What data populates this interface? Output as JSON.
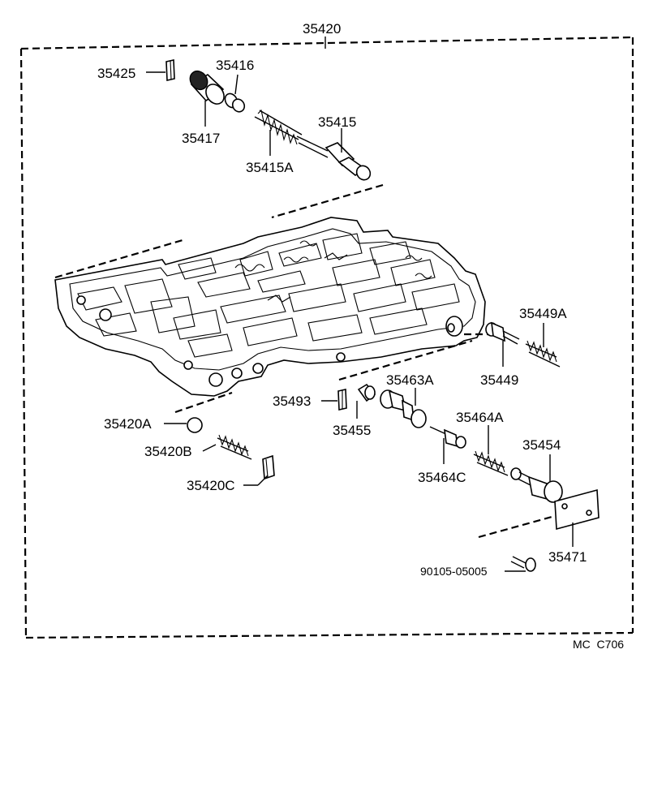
{
  "diagram": {
    "labels": {
      "p35420": "35420",
      "p35425": "35425",
      "p35416": "35416",
      "p35417": "35417",
      "p35415": "35415",
      "p35415A": "35415A",
      "p35449A": "35449A",
      "p35449": "35449",
      "p35463A": "35463A",
      "p35493": "35493",
      "p35455": "35455",
      "p35420A": "35420A",
      "p35420B": "35420B",
      "p35420C": "35420C",
      "p35464A": "35464A",
      "p35464C": "35464C",
      "p35454": "35454",
      "p35471": "35471",
      "p90105": "90105-05005"
    },
    "code": "MC  C706"
  }
}
